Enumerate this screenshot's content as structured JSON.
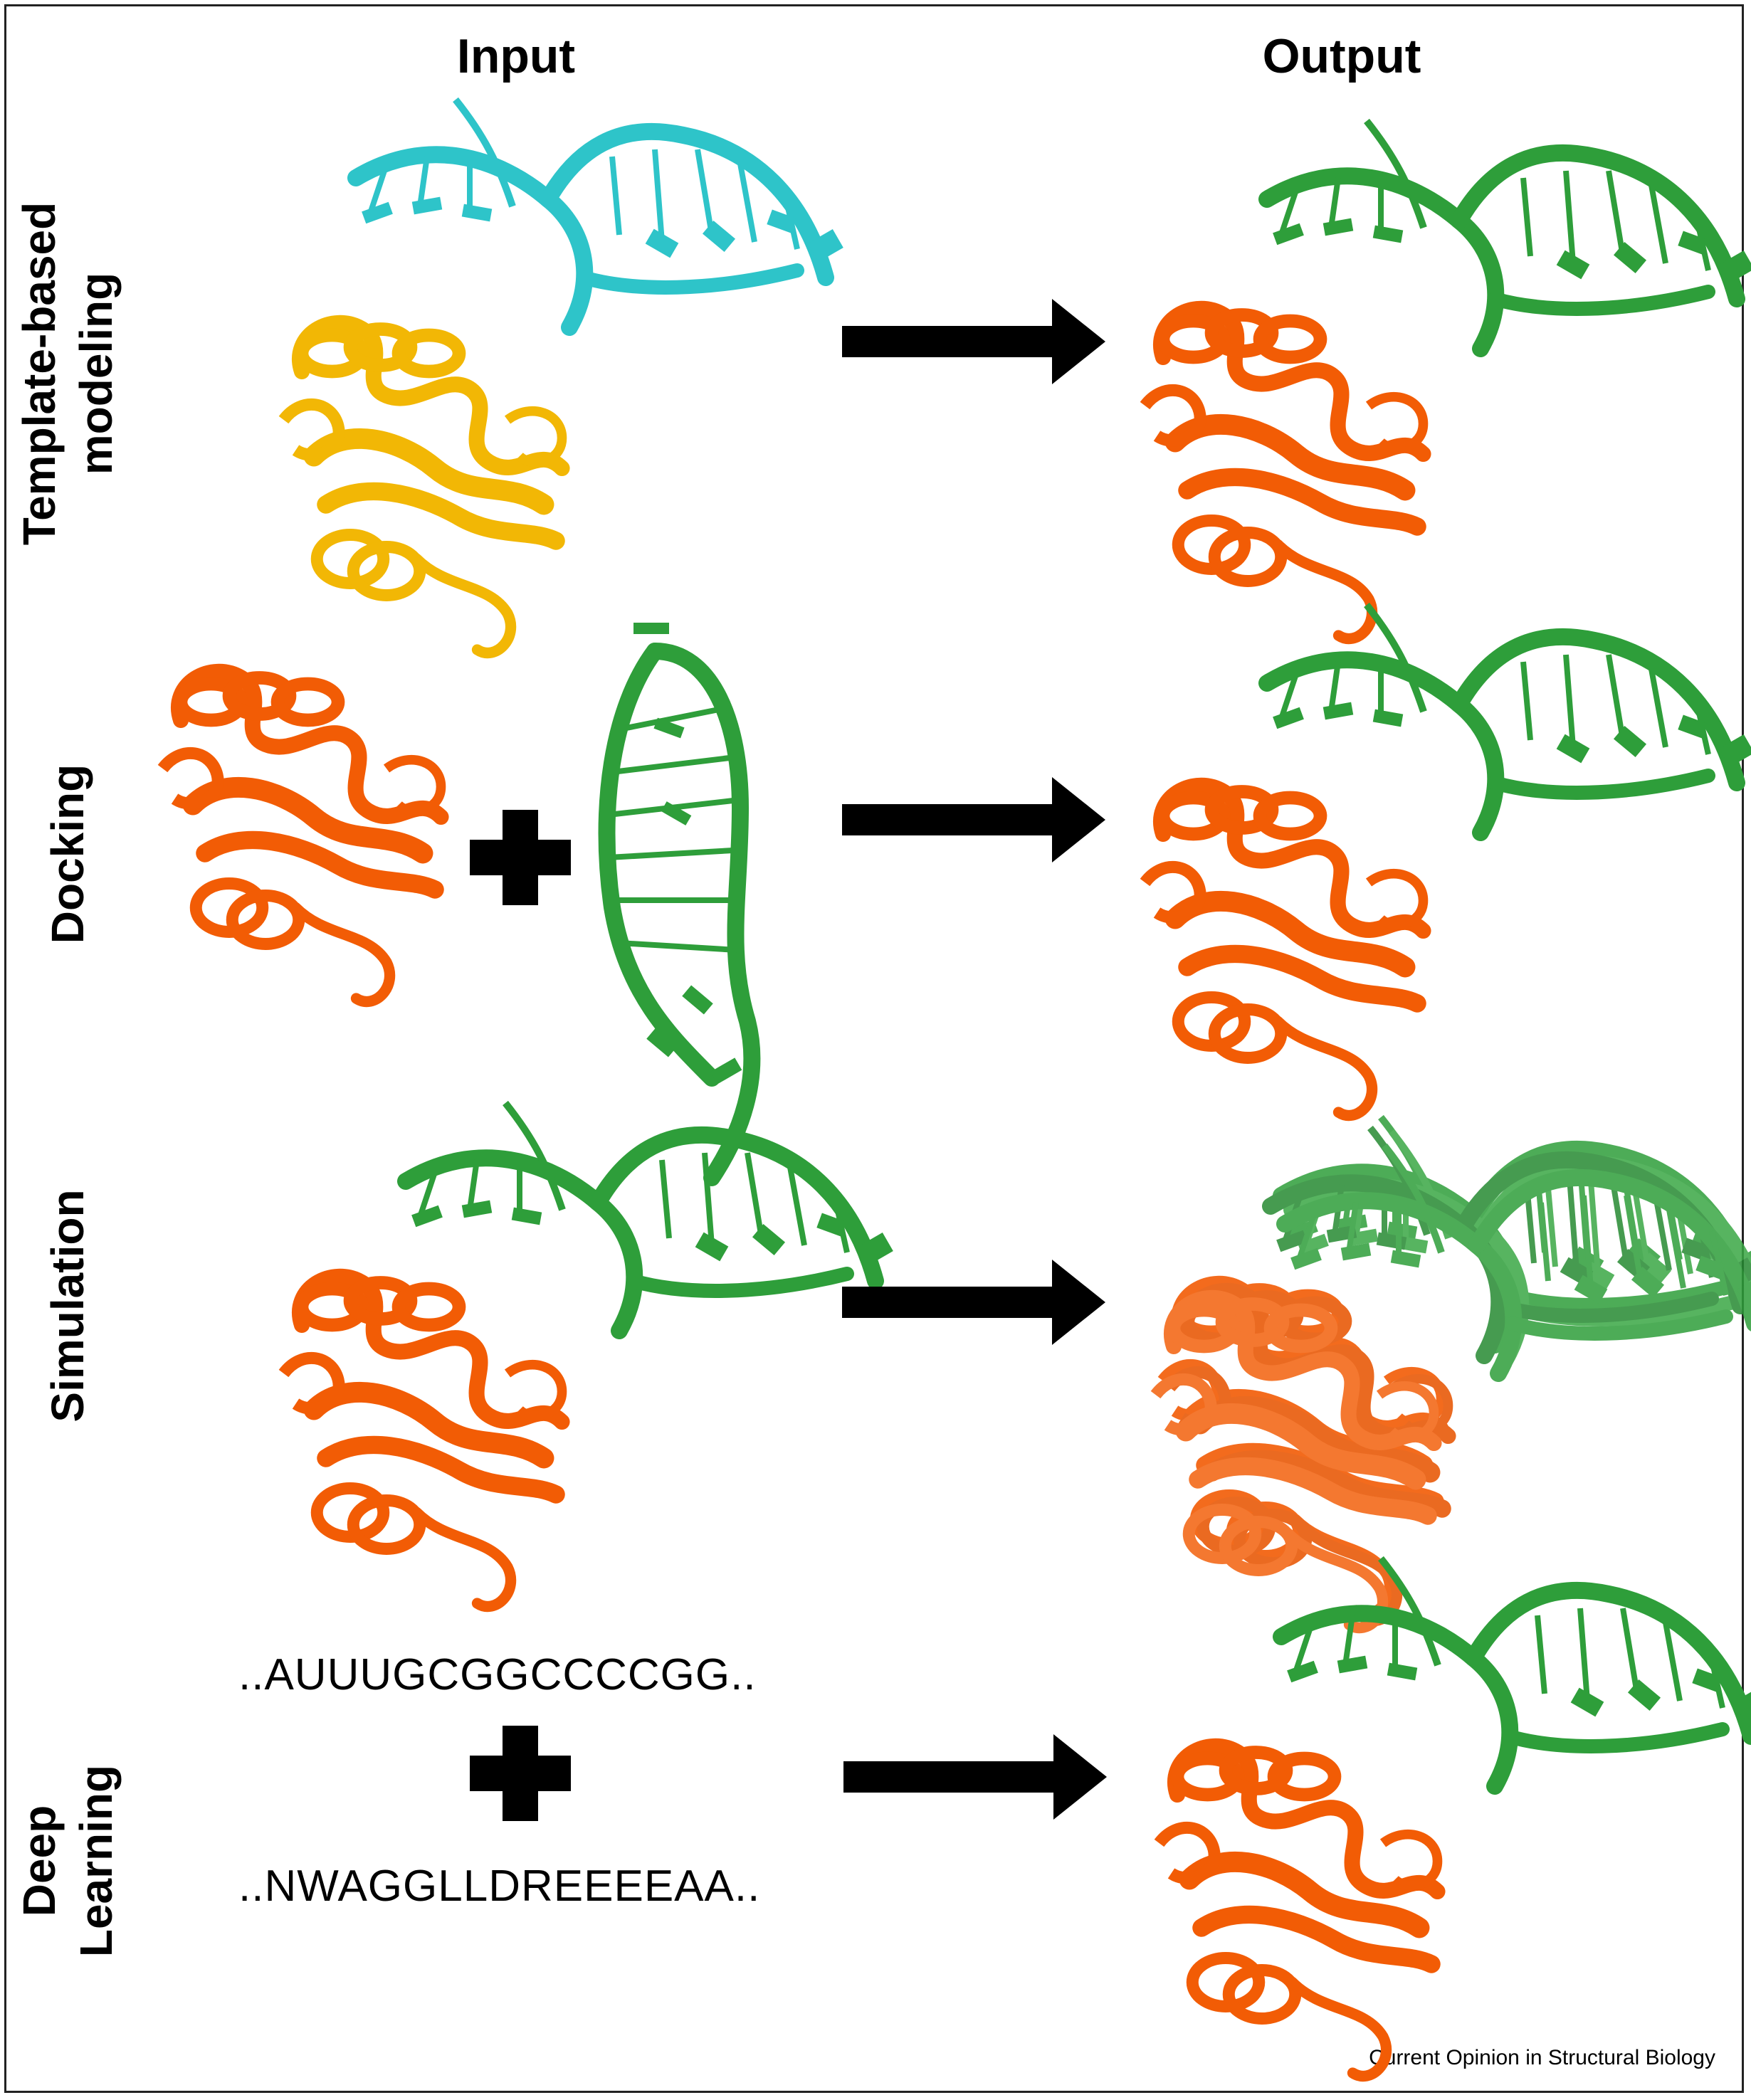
{
  "headers": {
    "input": "Input",
    "output": "Output"
  },
  "rows": [
    {
      "id": "template",
      "label_line1": "Template-based",
      "label_line2": "modeling"
    },
    {
      "id": "docking",
      "label_line1": "Docking",
      "label_line2": ""
    },
    {
      "id": "simulation",
      "label_line1": "Simulation",
      "label_line2": ""
    },
    {
      "id": "deep",
      "label_line1": "Deep",
      "label_line2": "Learning"
    }
  ],
  "sequences": {
    "rna": "..AUUUGCGGCCCCGG..",
    "protein": "..NWAGGLLDREEEEAA.."
  },
  "credit": "Current Opinion in Structural Biology",
  "colors": {
    "rna_template": "#2ec4c9",
    "protein_template": "#f2b705",
    "protein": "#f25c05",
    "rna": "#2e9e3a",
    "arrow": "#000000"
  },
  "icons": [
    "arrow-right-icon",
    "plus-icon",
    "protein-ribbon-icon",
    "rna-ribbon-icon"
  ]
}
